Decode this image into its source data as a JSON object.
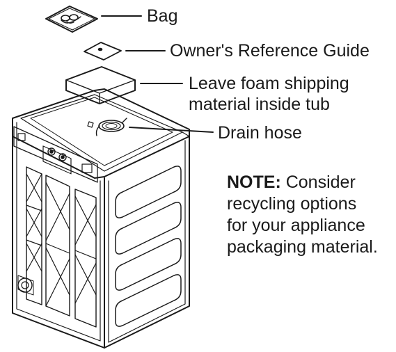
{
  "labels": {
    "bag": "Bag",
    "owners_guide": "Owner's Reference Guide",
    "foam_line1": "Leave foam shipping",
    "foam_line2": "material inside tub",
    "drain_hose": "Drain hose"
  },
  "note": {
    "heading": "NOTE:",
    "line1_rest": " Consider",
    "line2": "recycling options",
    "line3": "for your appliance",
    "line4": "packaging material."
  },
  "colors": {
    "stroke": "#1a1a1a",
    "background": "#ffffff"
  }
}
